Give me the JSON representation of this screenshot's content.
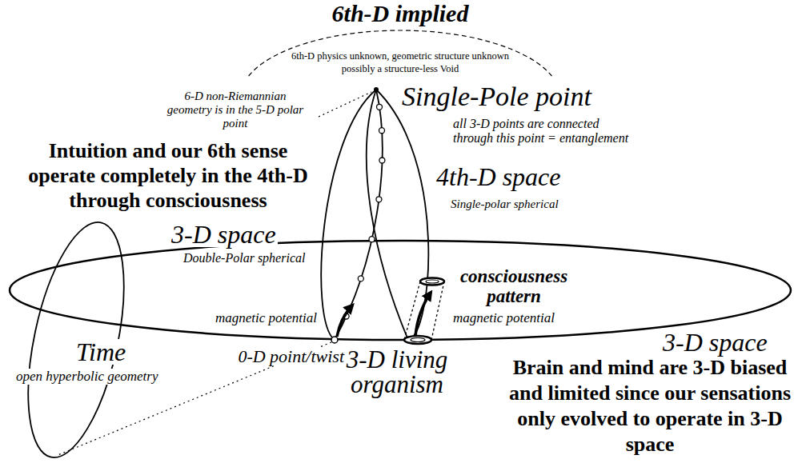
{
  "diagram": {
    "title": "6th-D implied",
    "labels": [
      "6th-D physics unknown, geometric structure unknown possibly a structure-less Void",
      "6-D non-Riemannian geometry is in the 5-D polar point",
      "Single-Pole point",
      "all 3-D points are connected through this point = entanglement",
      "Intuition and our 6th sense operate completely in the 4th-D through consciousness",
      "4th-D space",
      "Single-polar spherical",
      "3-D space",
      "Double-Polar spherical",
      "consciousness pattern",
      "magnetic potential",
      "magnetic potential",
      "3-D space",
      "Time",
      "open hyperbolic geometry",
      "0-D point/twist",
      "3-D living organism",
      "Brain and mind are 3-D biased and limited since our sensations only evolved to operate in 3-D space"
    ]
  }
}
